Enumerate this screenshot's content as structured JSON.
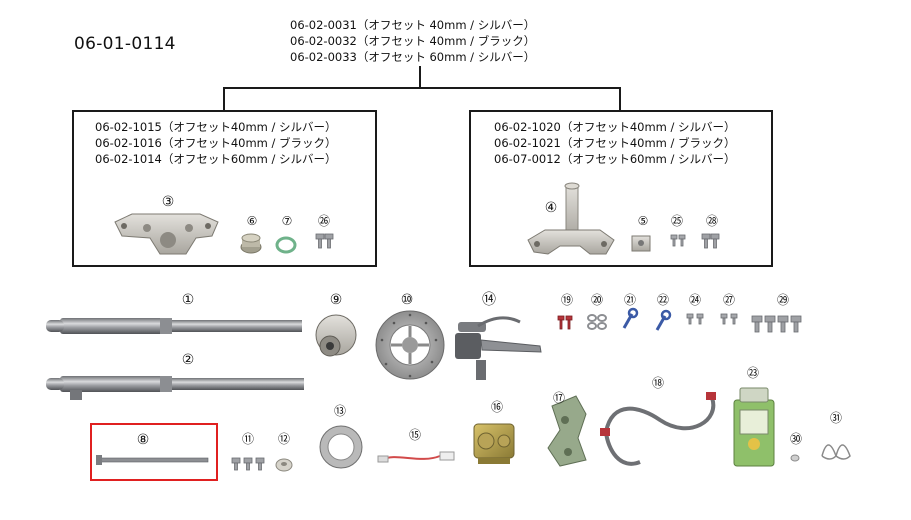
{
  "set_number": "06-01-0114",
  "top_variants": [
    "06-02-0031（オフセット 40mm / シルバー）",
    "06-02-0032（オフセット 40mm / ブラック）",
    "06-02-0033（オフセット 60mm / シルバー）"
  ],
  "left_box": {
    "lines": [
      "06-02-1015（オフセット40mm / シルバー）",
      "06-02-1016（オフセット40mm / ブラック）",
      "06-02-1014（オフセット60mm / シルバー）"
    ],
    "part_numbers": [
      "③",
      "⑥",
      "⑦",
      "㉖"
    ]
  },
  "right_box": {
    "lines": [
      "06-02-1020（オフセット40mm / シルバー）",
      "06-02-1021（オフセット40mm / ブラック）",
      "06-07-0012（オフセット60mm / シルバー）"
    ],
    "part_numbers": [
      "④",
      "⑤",
      "㉕",
      "㉘"
    ]
  },
  "parts": {
    "p1": "①",
    "p2": "②",
    "p8": "⑧",
    "p9": "⑨",
    "p10": "⑩",
    "p11": "⑪",
    "p12": "⑫",
    "p13": "⑬",
    "p14": "⑭",
    "p15": "⑮",
    "p16": "⑯",
    "p17": "⑰",
    "p18": "⑱",
    "p19": "⑲",
    "p20": "⑳",
    "p21": "㉑",
    "p22": "㉒",
    "p23": "㉓",
    "p24": "㉔",
    "p27": "㉗",
    "p29": "㉙",
    "p30": "㉚",
    "p31": "㉛"
  },
  "highlight_color": "#e02020"
}
